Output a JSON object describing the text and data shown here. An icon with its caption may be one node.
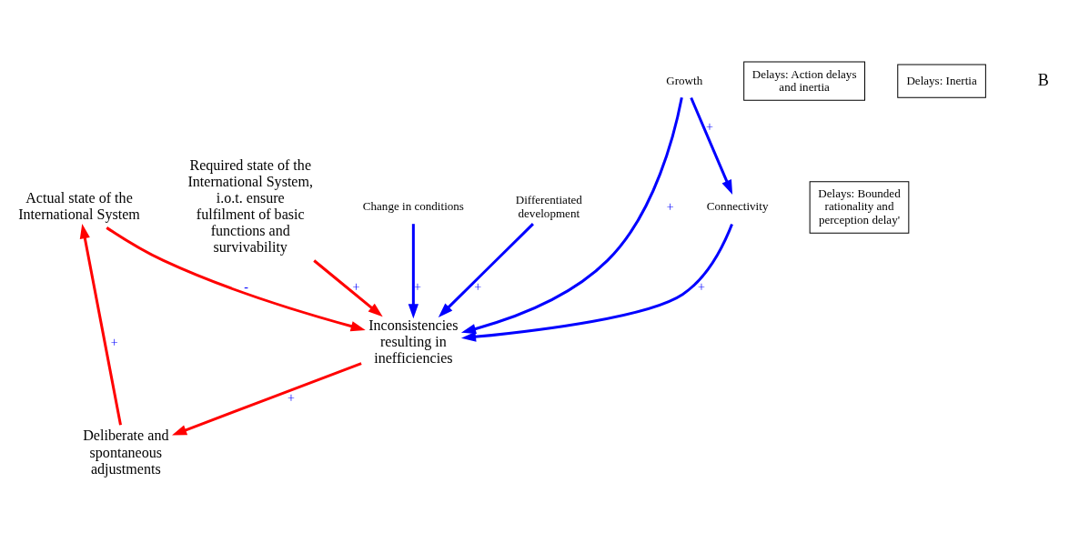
{
  "diagram": {
    "nodes": [
      {
        "text": [
          "Actual state of the International System"
        ]
      },
      {
        "text": [
          "Required state of the International System, i.o.t. ensure fulfilment of basic functions and survivability"
        ]
      },
      {
        "text": [
          "Inconsistencies resulting in inefficiencies"
        ]
      },
      {
        "text": [
          "Change in conditions"
        ]
      },
      {
        "text": [
          "Differentiated development"
        ]
      },
      {
        "text": [
          "Connectivity"
        ]
      },
      {
        "text": [
          "Growth"
        ]
      },
      {
        "text": [
          "Deliberate and spontaneous adjustments"
        ]
      },
      {
        "text": [
          "Delays: Bounded rationality and perception delay'"
        ]
      },
      {
        "text": [
          "Delays: Action delays and inertia"
        ]
      },
      {
        "text": [
          "Delays: Inertia"
        ]
      }
    ],
    "edges": [
      {
        "from": 0,
        "to": 2,
        "arrow": "to",
        "label": "-",
        "color": "#ff0000"
      },
      {
        "from": 1,
        "to": 2,
        "arrow": "to",
        "label": "+",
        "color": "#ff0000"
      },
      {
        "from": 3,
        "to": 2,
        "arrow": "to",
        "label": "+"
      },
      {
        "from": 4,
        "to": 2,
        "arrow": "to",
        "label": "+"
      },
      {
        "from": 5,
        "to": 2,
        "arrow": "to",
        "label": "+"
      },
      {
        "from": 6,
        "to": 2,
        "arrow": "to",
        "label": "+"
      },
      {
        "from": 6,
        "to": 5,
        "arrow": "to",
        "label": "+"
      },
      {
        "from": 2,
        "to": 7,
        "arrow": "to",
        "label": "+",
        "color": "#ff0000"
      },
      {
        "from": 7,
        "to": 0,
        "arrow": "to",
        "label": "+",
        "color": "#ff0000"
      }
    ],
    "labels": [
      "B"
    ]
  }
}
